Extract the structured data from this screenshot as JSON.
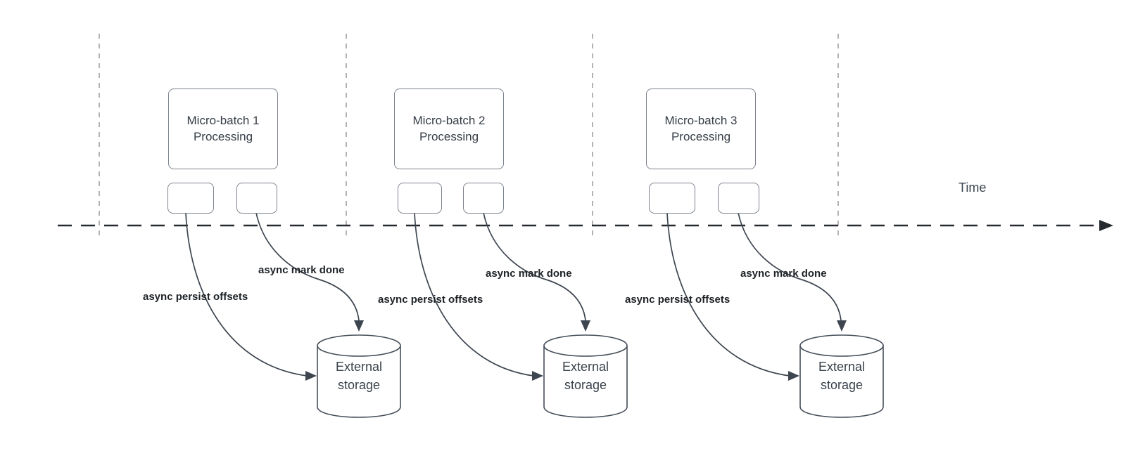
{
  "diagram": {
    "time_axis_label": "Time",
    "palette": {
      "axis_line": "#26292e",
      "guide_line": "#b3b3b3",
      "shape_border": "#7c828c",
      "cylinder_border": "#454e58",
      "arrow_stroke": "#3d454f",
      "text_primary": "#363d46",
      "label_bold": "#1e2226"
    },
    "groups": [
      {
        "title": "Micro-batch 1 Processing",
        "persist_label": "async persist offsets",
        "done_label": "async mark done",
        "storage_label": "External storage"
      },
      {
        "title": "Micro-batch 2 Processing",
        "persist_label": "async persist offsets",
        "done_label": "async mark done",
        "storage_label": "External storage"
      },
      {
        "title": "Micro-batch 3 Processing",
        "persist_label": "async persist offsets",
        "done_label": "async mark done",
        "storage_label": "External storage"
      }
    ]
  }
}
